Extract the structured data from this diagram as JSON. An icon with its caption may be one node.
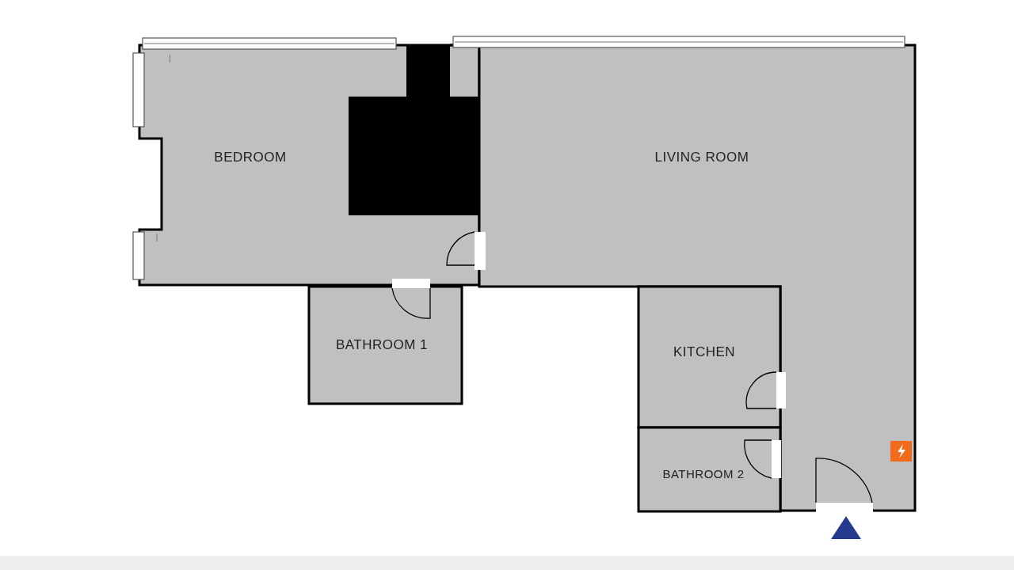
{
  "diagram": {
    "nodes": [
      {
        "text": [
          "BEDROOM"
        ]
      },
      {
        "text": [
          "LIVING ROOM"
        ]
      },
      {
        "text": [
          "BATHROOM 1"
        ]
      },
      {
        "text": [
          "KITCHEN"
        ]
      },
      {
        "text": [
          "BATHROOM 2"
        ]
      }
    ]
  }
}
